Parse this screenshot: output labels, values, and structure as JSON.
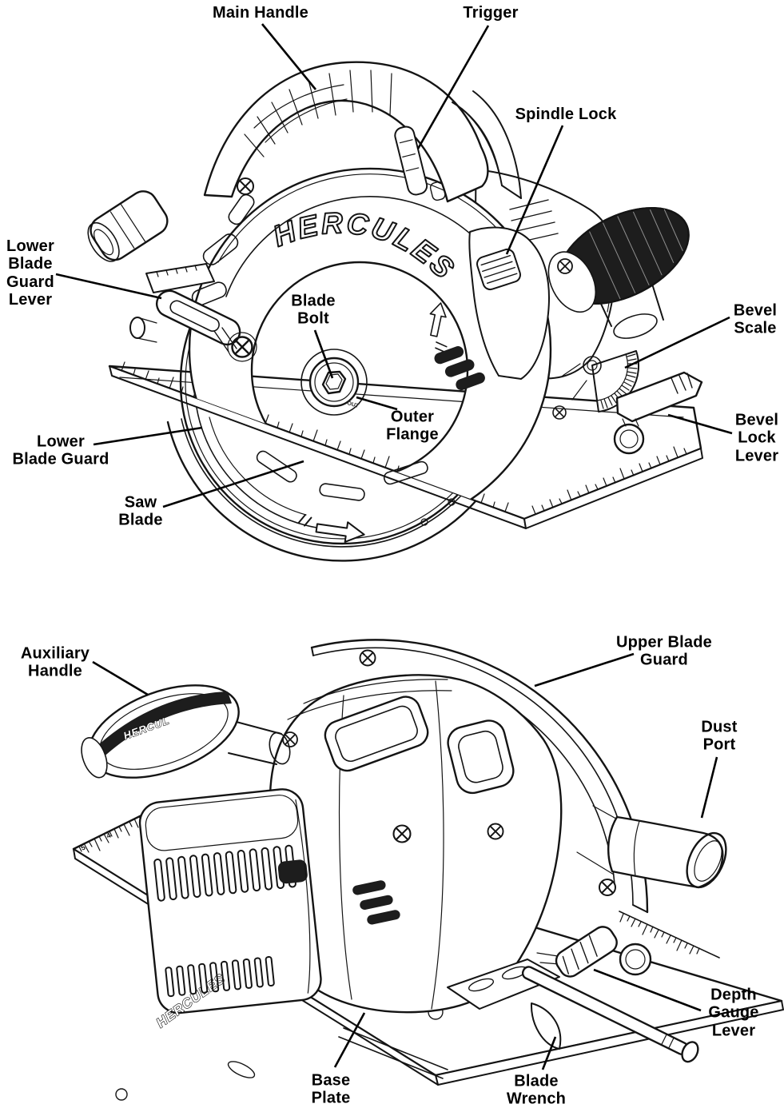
{
  "page": {
    "background": "#ffffff",
    "ink": "#141414",
    "label_color": "#000000"
  },
  "brand": {
    "full": "HERCULES",
    "partial": "HERCUL",
    "flange_mark": "OUT"
  },
  "rulers": {
    "bottom_left_numbers": [
      "3",
      "4",
      "5"
    ]
  },
  "labels": {
    "main_handle": "Main Handle",
    "trigger": "Trigger",
    "spindle_lock": "Spindle Lock",
    "lower_blade_guard_lever": "Lower\nBlade\nGuard\nLever",
    "blade_bolt": "Blade\nBolt",
    "bevel_scale": "Bevel\nScale",
    "outer_flange": "Outer\nFlange",
    "bevel_lock_lever": "Bevel\nLock\nLever",
    "lower_blade_guard": "Lower\nBlade Guard",
    "saw_blade": "Saw\nBlade",
    "auxiliary_handle": "Auxiliary\nHandle",
    "upper_blade_guard": "Upper Blade\nGuard",
    "dust_port": "Dust\nPort",
    "depth_gauge_lever": "Depth\nGauge\nLever",
    "base_plate": "Base\nPlate",
    "blade_wrench": "Blade\nWrench"
  }
}
